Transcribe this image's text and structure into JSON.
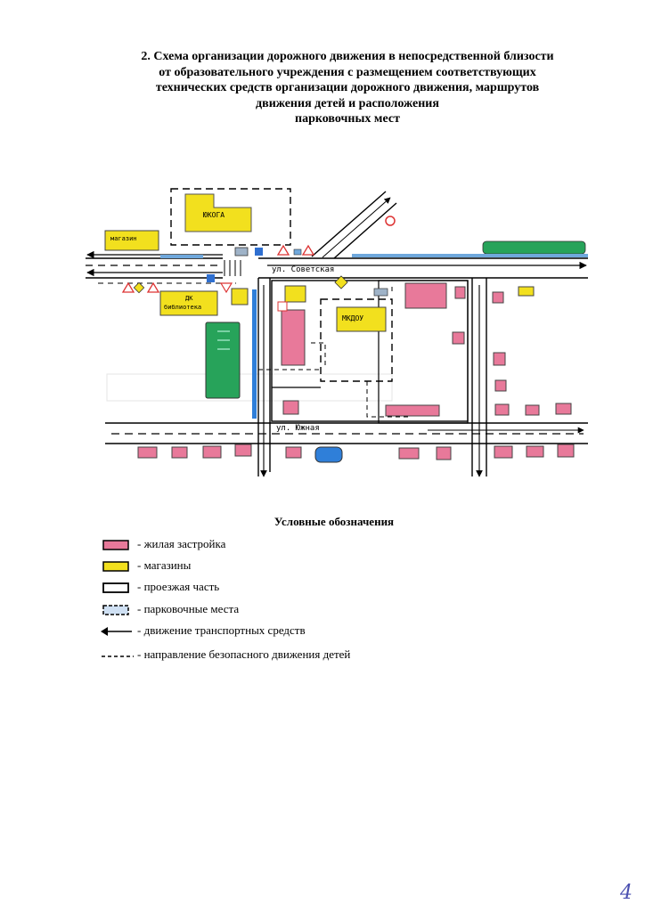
{
  "title_lines": [
    "2. Схема организации дорожного движения в непосредственной близости",
    "от образовательного учреждения с размещением соответствующих",
    "технических средств организации дорожного движения, маршрутов",
    "движения детей и расположения",
    "парковочных мест"
  ],
  "map": {
    "labels": {
      "ukoga": "ЮКОГА",
      "magazin": "магазин",
      "dk": "ДК",
      "biblioteka": "библиотека",
      "mkdou": "МКДОУ",
      "street_sovetskaya": "ул. Советская",
      "street_yuzhnaya": "ул. Южная"
    },
    "colors": {
      "residential": "#e8799a",
      "shop": "#f2e01e",
      "park": "#27a35a",
      "parking": "#6fa8dc",
      "water": "#2f7fd9"
    }
  },
  "legend": {
    "title": "Условные обозначения",
    "items": [
      {
        "label": "- жилая застройка"
      },
      {
        "label": "- магазины"
      },
      {
        "label": "- проезжая часть"
      },
      {
        "label": "- парковочные места"
      },
      {
        "label": "- движение транспортных средств"
      },
      {
        "label": "- направление безопасного движения детей"
      }
    ]
  },
  "page_number": "4"
}
